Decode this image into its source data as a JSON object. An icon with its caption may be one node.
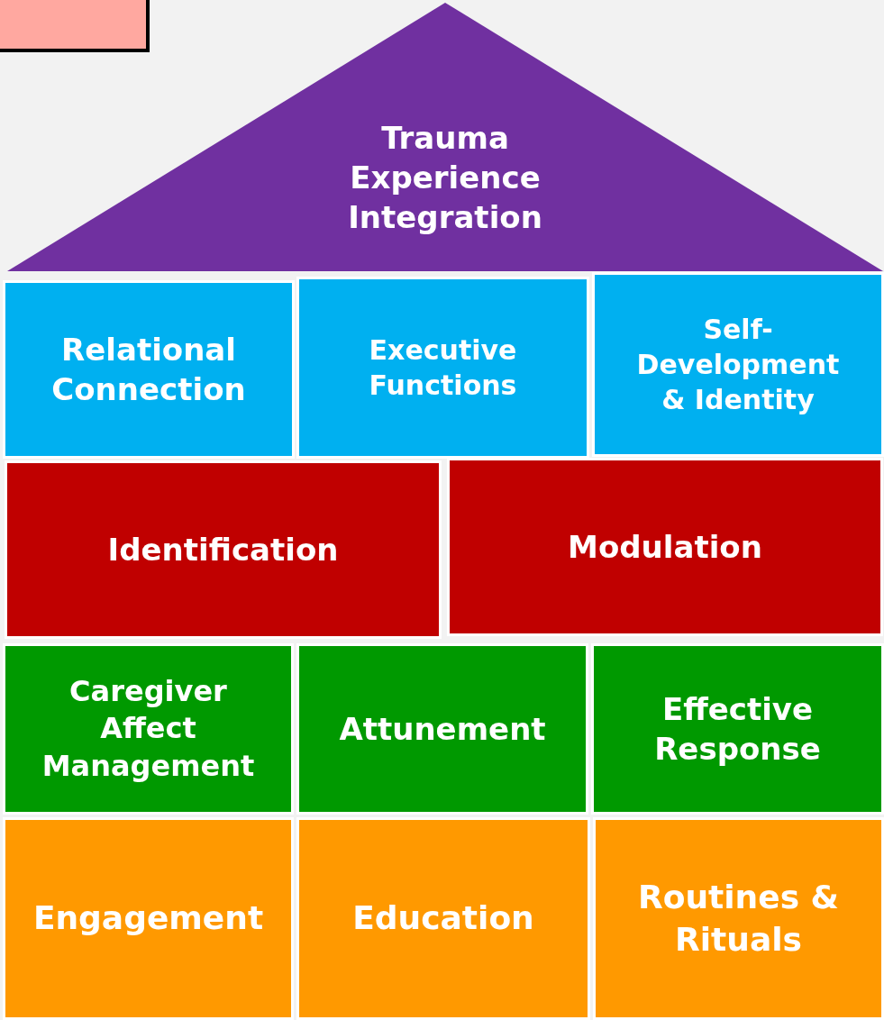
{
  "diagram": {
    "nodes": [
      {
        "text": [],
        "shape": "box"
      },
      {
        "text": [
          "Trauma Experience Integration"
        ]
      },
      {
        "text": [
          "Relational Connection"
        ]
      },
      {
        "text": [
          "Executive Functions"
        ]
      },
      {
        "text": [
          "Self-Development & Identity"
        ]
      },
      {
        "text": [
          "Identification"
        ]
      },
      {
        "text": [
          "Modulation"
        ]
      },
      {
        "text": [
          "Caregiver Affect Management"
        ]
      },
      {
        "text": [
          "Attunement"
        ]
      },
      {
        "text": [
          "Effective Response"
        ]
      },
      {
        "text": [
          "Engagement"
        ]
      },
      {
        "text": [
          "Education"
        ]
      },
      {
        "text": [
          "Routines & Rituals"
        ]
      }
    ]
  }
}
